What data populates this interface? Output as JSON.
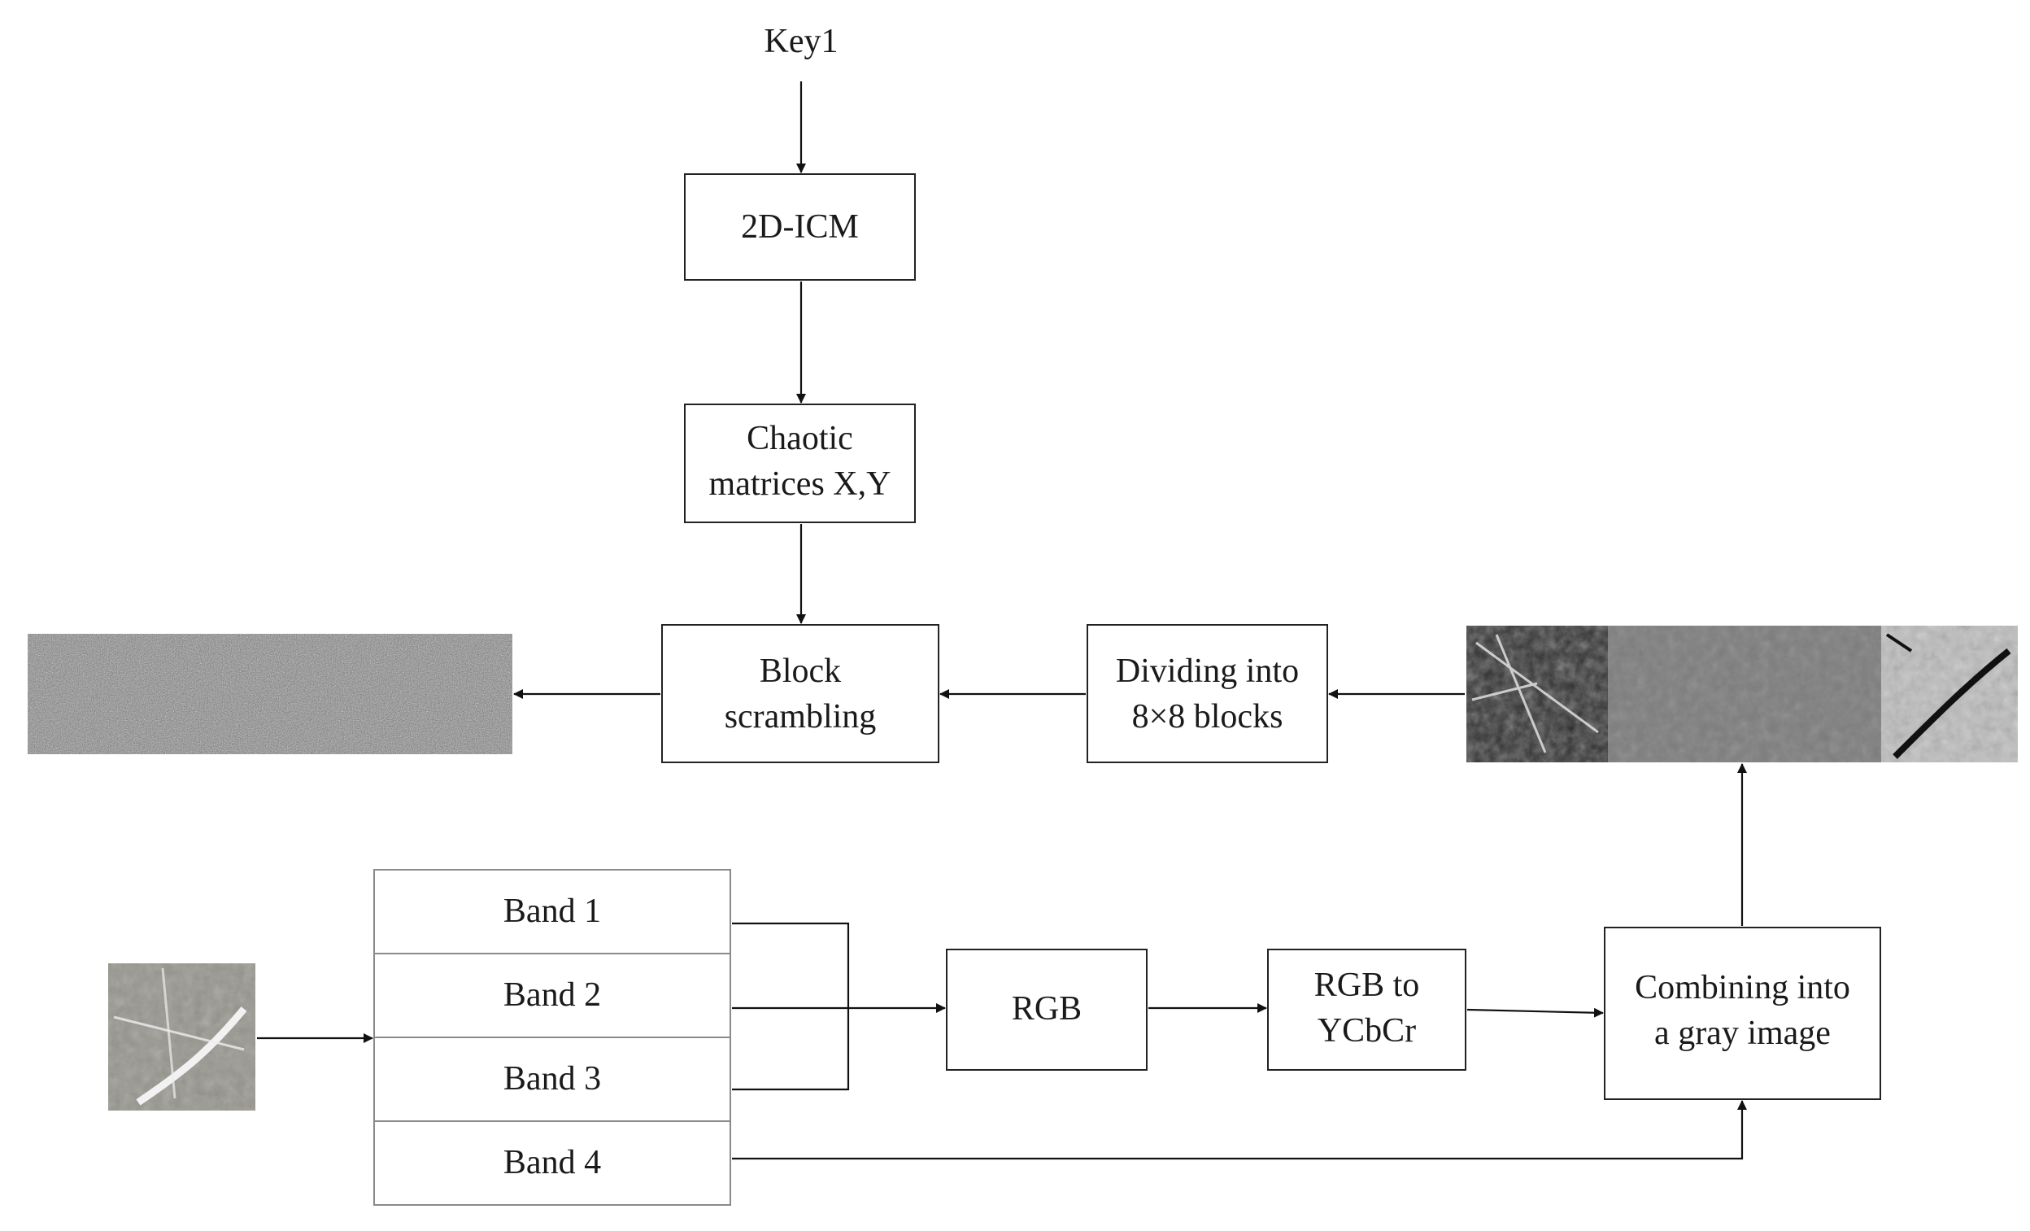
{
  "nodes": {
    "key": "Key1",
    "icm": "2D-ICM",
    "chaotic": [
      "Chaotic",
      "matrices X,Y"
    ],
    "scramble": [
      "Block",
      "scrambling"
    ],
    "divide": [
      "Dividing into",
      "8×8 blocks"
    ],
    "bands": [
      "Band 1",
      "Band 2",
      "Band 3",
      "Band 4"
    ],
    "rgb": "RGB",
    "ycbcr": [
      "RGB to",
      "YCbCr"
    ],
    "combine": [
      "Combining into",
      "a gray image"
    ]
  },
  "images": {
    "scrambled": "scrambled-noise-image",
    "satellite": "satellite-color-image",
    "gray_strip": "gray-combined-image"
  },
  "colors": {
    "line": "#111111",
    "box_border": "#222222",
    "band_border": "#8a8a8a",
    "text": "#1a1a1a"
  }
}
